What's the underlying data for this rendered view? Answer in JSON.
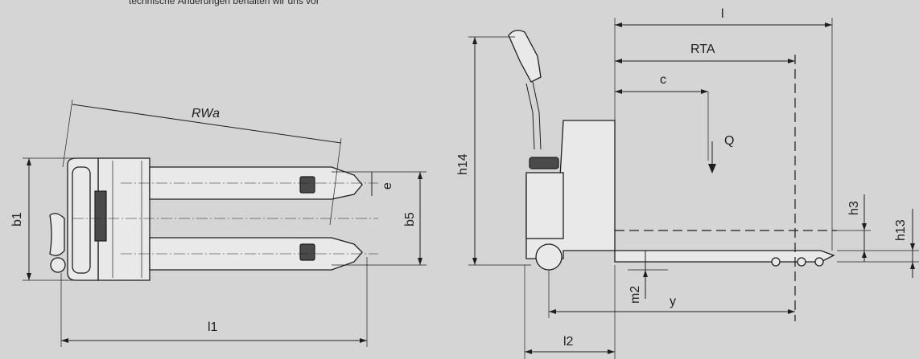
{
  "note": "technische Änderungen behalten wir uns vor",
  "top_view": {
    "labels": {
      "rwa": "RWa",
      "b1": "b1",
      "b5": "b5",
      "e": "e",
      "l1": "l1"
    }
  },
  "side_view": {
    "labels": {
      "l": "l",
      "rta": "RTA",
      "c": "c",
      "q": "Q",
      "h14": "h14",
      "h3": "h3",
      "h13": "h13",
      "m2": "m2",
      "y": "y",
      "l2": "l2"
    }
  }
}
